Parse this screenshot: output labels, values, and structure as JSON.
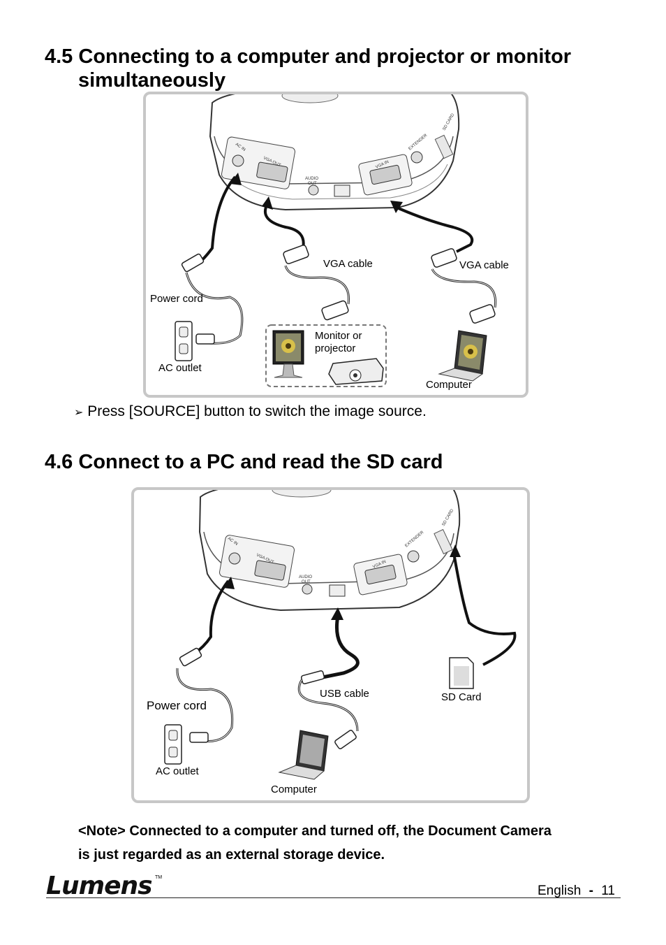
{
  "section_45": {
    "number": "4.5",
    "title_line1": "Connecting to a computer and projector or monitor",
    "title_line2": "simultaneously"
  },
  "diagram1": {
    "port_labels": [
      "AC IN",
      "VGA OUT",
      "AUDIO OUT",
      "VGA IN",
      "EXTENDER",
      "SD CARD"
    ],
    "labels": {
      "vga_cable_1": "VGA cable",
      "vga_cable_2": "VGA cable",
      "power_cord": "Power cord",
      "ac_outlet": "AC outlet",
      "monitor_or": "Monitor or",
      "projector": "projector",
      "computer": "Computer"
    }
  },
  "bullet": {
    "symbol": "➢",
    "text": "Press [SOURCE] button to switch the image source."
  },
  "section_46": {
    "number": "4.6",
    "title": "Connect to a PC and read the SD card"
  },
  "diagram2": {
    "port_labels": [
      "AC IN",
      "VGA OUT",
      "AUDIO OUT",
      "VGA IN",
      "EXTENDER",
      "SD CARD"
    ],
    "labels": {
      "usb_cable": "USB cable",
      "sd_card": "SD Card",
      "power_cord": "Power cord",
      "ac_outlet": "AC outlet",
      "computer": "Computer"
    }
  },
  "note": {
    "line1": "<Note> Connected to a computer and turned off, the Document Camera",
    "line2": "is just regarded as an external storage device."
  },
  "footer": {
    "logo": "Lumens",
    "tm": "TM",
    "language": "English",
    "separator": "-",
    "page_number": "11"
  }
}
